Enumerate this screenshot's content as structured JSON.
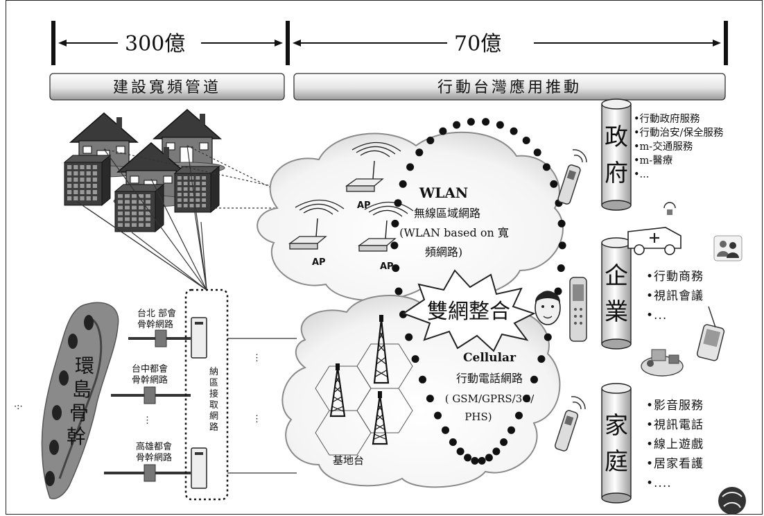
{
  "header": {
    "left_budget": "300億",
    "right_budget": "70億",
    "left_bar": "建設寬頻管道",
    "right_bar": "行動台灣應用推動"
  },
  "backbone": {
    "island_label": [
      "環",
      "島",
      "骨",
      "幹"
    ],
    "taipei": [
      "台北 部會",
      "骨幹網路"
    ],
    "taichung": [
      "台中都會",
      "骨幹網路"
    ],
    "kaohsiung": [
      "高雄都會",
      "骨幹網路"
    ],
    "dots": "⋮",
    "access_net": [
      "納",
      "區",
      "接",
      "取",
      "網",
      "路"
    ]
  },
  "wlan": {
    "ap_label": "AP",
    "title": "WLAN",
    "line1": "無線區域網路",
    "line2": "(WLAN based on 寬",
    "line3": "頻網路)"
  },
  "cellular": {
    "title": "Cellular",
    "line1": "行動電話網路",
    "line2": "( GSM/GPRS/3G/",
    "line3": "PHS)",
    "tower_label": "基地台"
  },
  "integration": "雙網整合",
  "sectors": [
    {
      "name": [
        "政",
        "府"
      ],
      "items": [
        "•行動政府服務",
        "•行動治安/保全服務",
        "•m-交通服務",
        "•m-醫療",
        "•..."
      ]
    },
    {
      "name": [
        "企",
        "業"
      ],
      "items": [
        "•行動商務",
        "•視訊會議",
        "•..."
      ]
    },
    {
      "name": [
        "家",
        "庭"
      ],
      "items": [
        "•影音服務",
        "•視訊電話",
        "•線上遊戲",
        "•居家看護",
        "•...."
      ]
    }
  ],
  "icons": [
    "house-icon",
    "building-icon",
    "router-icon",
    "tower-icon",
    "phone-icon",
    "ambulance-icon",
    "people-icon",
    "face-icon",
    "pda-icon",
    "lab-icon",
    "globe-icon"
  ]
}
